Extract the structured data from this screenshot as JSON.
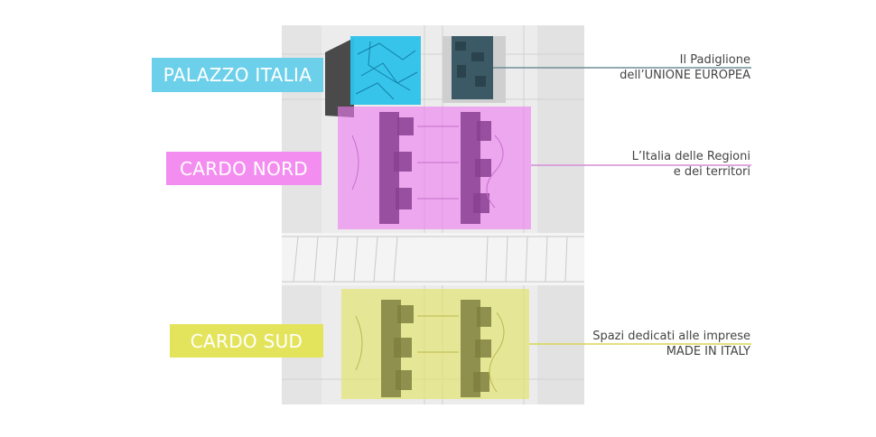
{
  "labels": {
    "palazzo": "PALAZZO ITALIA",
    "cardo_nord": "CARDO NORD",
    "cardo_sud": "CARDO SUD"
  },
  "annotations": {
    "unione_europea": {
      "line1": "Il Padiglione",
      "line2": "dell’UNIONE EUROPEA"
    },
    "regioni": {
      "line1": "L’Italia delle Regioni",
      "line2": "e dei territori"
    },
    "imprese": {
      "line1": "Spazi dedicati alle imprese",
      "line2": "MADE IN ITALY"
    }
  },
  "colors": {
    "palazzo": "#6dd0ea",
    "cardo_nord": "#f38ef0",
    "cardo_sud": "#e4e45c",
    "eu_pavilion": "#3c5a66"
  }
}
